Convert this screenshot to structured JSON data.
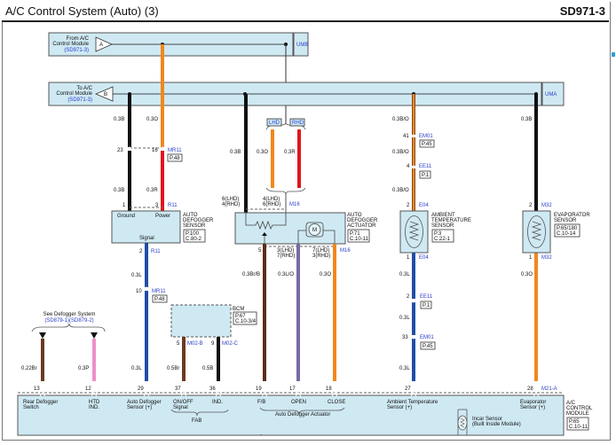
{
  "header": {
    "title": "A/C Control System (Auto) (3)",
    "code": "SD971-3"
  },
  "colors": {
    "panel": "#cfe9f3",
    "orange": "#f0881e",
    "red": "#e0161c",
    "black": "#111111",
    "brown": "#6b3a22",
    "blue": "#1f4ea5",
    "pink": "#ee8fc8",
    "violet": "#7b6aa6",
    "brown_orange": "#8a4a20",
    "connector_blue": "#2a3dc8"
  },
  "bus_a": {
    "label_line1": "From A/C",
    "label_line2": "Control Module",
    "ref": "(SD971-3)",
    "symbol": "A",
    "tag": "UMB"
  },
  "bus_b": {
    "label_line1": "To A/C",
    "label_line2": "Control Module",
    "ref": "(SD971-3)",
    "symbol": "B",
    "tag": "UMA"
  },
  "defogger_sensor": {
    "name_lines": [
      "AUTO",
      "DEFOGGER",
      "SENSOR"
    ],
    "ref_lines": [
      "P.100",
      "C.80-2"
    ],
    "pins": {
      "ground": "Ground",
      "power": "Power",
      "signal": "Signal"
    },
    "wire_ground_top": "0.3B",
    "wire_power_top": "0.3O",
    "conn_mr11_ground_pin": "23",
    "conn_mr11_power_pin": "16",
    "conn_mr11": "MR11",
    "conn_mr11_page": "P.48",
    "wire_ground_bot": "0.3B",
    "wire_power_bot": "0.3R",
    "pin_ground": "1",
    "pin_power": "3",
    "conn_r11": "R11",
    "pin_signal": "2",
    "wire_signal_a": "0.3L",
    "conn_mr11_signal_pin": "10",
    "wire_signal_b": "0.3L"
  },
  "actuator": {
    "name_lines": [
      "AUTO",
      "DEFOGGER",
      "ACTUATOR"
    ],
    "ref_lines": [
      "P.71",
      "C.10-11"
    ],
    "wire_left": "0.3B",
    "lhd": "LHD",
    "rhd": "RHD",
    "wire_lhd": "0.3O",
    "wire_rhd": "0.3R",
    "pin_left_lines": [
      "6(LHD)",
      "4(RHD)"
    ],
    "pin_right_lines": [
      "4(LHD)",
      "6(RHD)"
    ],
    "conn": "M16",
    "pin_fb": "5",
    "pin_open_lines": [
      "3(LHD)",
      "7(RHD)"
    ],
    "pin_close_lines": [
      "7(LHD)",
      "3(RHD)"
    ],
    "wire_fb": "0.3Br/B",
    "wire_open": "0.3L/O",
    "wire_close": "0.3O",
    "motor_label": "M"
  },
  "ambient_sensor": {
    "name_lines": [
      "AMBIENT",
      "TEMPERATURE",
      "SENSOR"
    ],
    "ref_lines": [
      "P.3",
      "C.22-1"
    ],
    "wire_top_a": "0.3B/O",
    "pin_em01_top": "41",
    "conn_em01": "EM01",
    "page_em01": "P.45",
    "wire_top_b": "0.3B/O",
    "pin_ee11_top": "4",
    "conn_ee11": "EE11",
    "page_ee11": "P.1",
    "wire_top_c": "0.3B/O",
    "pin_top": "2",
    "conn_e04": "E04",
    "pin_bot": "1",
    "wire_bot_a": "0.3L",
    "pin_ee11_bot": "2",
    "wire_bot_b": "0.3L",
    "pin_em01_bot": "33",
    "wire_bot_c": "0.3L"
  },
  "evaporator_sensor": {
    "name_lines": [
      "EVAPORATOR",
      "SENSOR"
    ],
    "ref_lines": [
      "P.65/180",
      "C.10-14"
    ],
    "wire_top": "0.3B",
    "pin_top": "2",
    "conn": "M32",
    "pin_bot": "1",
    "wire_bot": "0.3O"
  },
  "bcm": {
    "name": "BCM",
    "ref_lines": [
      "P.67",
      "C.10-3/4"
    ],
    "pin_a": "5",
    "conn_a": "M02-B",
    "pin_b": "9",
    "conn_b": "M02-C",
    "wire_a": "0.5Br",
    "wire_b": "0.5B"
  },
  "rear_defogger": {
    "title": "See Defogger System",
    "refs": "(SD879-1)(SD879-2)",
    "wire_a": "0.22Br",
    "wire_b": "0.3P"
  },
  "ac_module": {
    "name_lines": [
      "A/C",
      "CONTROL",
      "MODULE"
    ],
    "ref_lines": [
      "P.65",
      "C.10-11"
    ],
    "conn_28": "M21-A",
    "pins": [
      {
        "num": "13",
        "label_lines": [
          "Rear Defogger",
          "Switch"
        ]
      },
      {
        "num": "12",
        "label_lines": [
          "HTD",
          "IND."
        ]
      },
      {
        "num": "29",
        "label_lines": [
          "Auto Defogger",
          "Sensor (+)"
        ]
      },
      {
        "num": "37",
        "label_lines": [
          "ON/OFF",
          "Signal"
        ]
      },
      {
        "num": "36",
        "label_lines": [
          "IND."
        ]
      },
      {
        "num": "19",
        "label_lines": [
          "F/B"
        ]
      },
      {
        "num": "17",
        "label_lines": [
          "OPEN"
        ]
      },
      {
        "num": "18",
        "label_lines": [
          "CLOSE"
        ]
      },
      {
        "num": "27",
        "label_lines": [
          "Ambient Temperature",
          "Sensor (+)"
        ]
      },
      {
        "num": "28",
        "label_lines": [
          "Evaporator",
          "Sensor (+)"
        ]
      }
    ],
    "group_fab": "FAB",
    "group_actuator": "Auto Defogger Actuator",
    "incar_lines": [
      "Incar Sensor",
      "(Built Inside Module)"
    ]
  }
}
